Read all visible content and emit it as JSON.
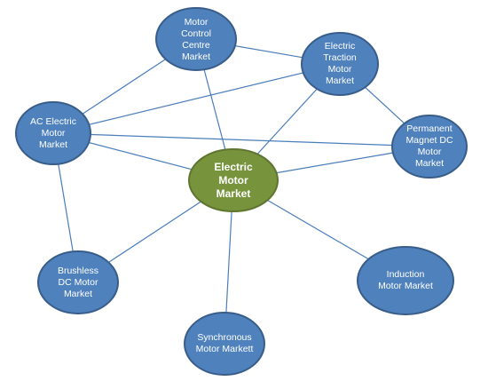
{
  "diagram": {
    "colors": {
      "node_fill": "#4f81bd",
      "center_fill": "#77933c",
      "edge": "#4a7ebb",
      "text": "#ffffff"
    },
    "nodes": {
      "center": {
        "label": "Electric\nMotor\nMarket"
      },
      "motor_control": {
        "label": "Motor\nControl\nCentre\nMarket"
      },
      "traction": {
        "label": "Electric\nTraction\nMotor\nMarket"
      },
      "ac": {
        "label": "AC Electric\nMotor\nMarket"
      },
      "pmdc": {
        "label": "Permanent\nMagnet DC\nMotor\nMarket"
      },
      "brushless": {
        "label": "Brushless\nDC Motor\nMarket"
      },
      "induction": {
        "label": "Induction\nMotor Market"
      },
      "synchronous": {
        "label": "Synchronous\nMotor Markett"
      }
    }
  }
}
